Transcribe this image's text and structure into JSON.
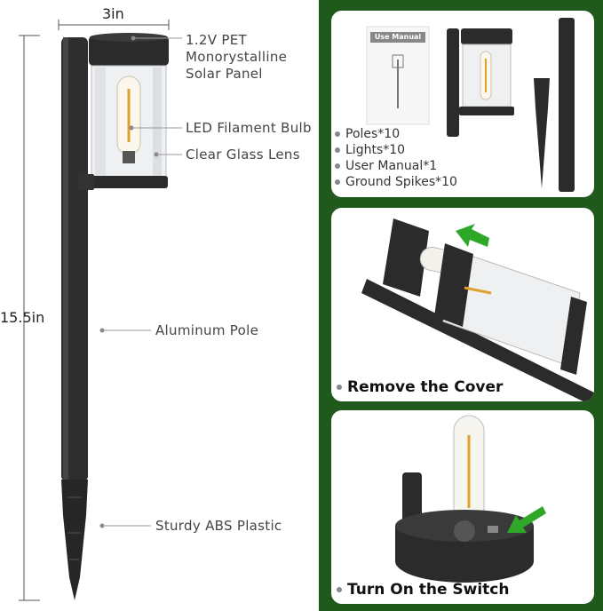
{
  "dimensions": {
    "width": "3in",
    "height": "15.5in"
  },
  "callouts": {
    "solar_line1": "1.2V PET",
    "solar_line2": "Monorystalline",
    "solar_line3": "Solar Panel",
    "bulb": "LED Filament Bulb",
    "lens": "Clear Glass Lens",
    "pole": "Aluminum Pole",
    "spike": "Sturdy ABS Plastic"
  },
  "package": {
    "manual_cover": "Use Manual",
    "items": [
      "Poles*10",
      "Lights*10",
      "User Manual*1",
      "Ground Spikes*10"
    ]
  },
  "steps": {
    "remove_cover": "Remove the Cover",
    "switch_on": "Turn On the Switch"
  },
  "colors": {
    "background_green": "#1f5a1c",
    "arrow_green": "#2fa82a",
    "product_black": "#2b2b2b",
    "filament": "#e0a030"
  }
}
